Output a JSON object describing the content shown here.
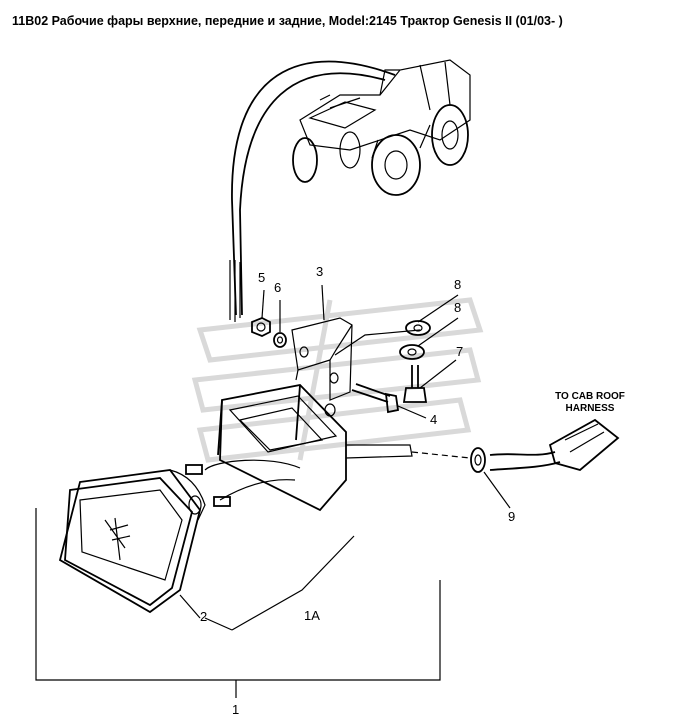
{
  "title": "11B02 Рабочие фары верхние, передние и задние, Model:2145 Трактор Genesis II (01/03- )",
  "callouts": {
    "c1": "1",
    "c1a": "1A",
    "c2": "2",
    "c3": "3",
    "c4": "4",
    "c5": "5",
    "c6": "6",
    "c7": "7",
    "c8a": "8",
    "c8b": "8",
    "c9": "9"
  },
  "note": {
    "line1": "TO CAB ROOF",
    "line2": "HARNESS"
  }
}
